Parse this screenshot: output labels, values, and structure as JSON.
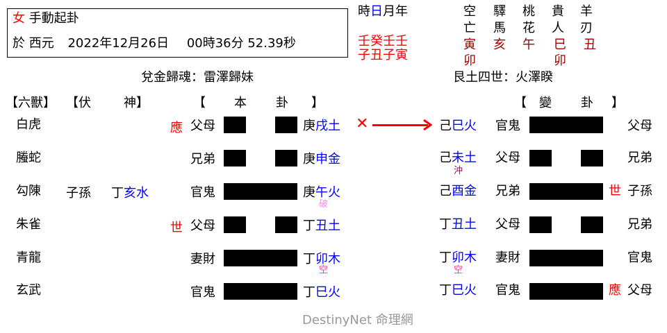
{
  "header": {
    "gender": "女",
    "method": "手動起卦",
    "date_prefix": "於 西元",
    "date": "2022年12月26日",
    "time": "00時36分 52.39秒"
  },
  "pillars": {
    "labels": [
      "時",
      "日",
      "月",
      "年"
    ],
    "stems": "壬癸壬壬",
    "branches": "子丑子寅"
  },
  "shensha": {
    "columns": [
      {
        "title": [
          "空",
          "亡"
        ],
        "values": [
          "寅",
          "卯"
        ]
      },
      {
        "title": [
          "驛",
          "馬"
        ],
        "values": [
          "亥"
        ]
      },
      {
        "title": [
          "桃",
          "花"
        ],
        "values": [
          "午"
        ]
      },
      {
        "title": [
          "貴",
          "人"
        ],
        "values": [
          "巳",
          "卯"
        ]
      },
      {
        "title": [
          "羊",
          "刃"
        ],
        "values": [
          "丑"
        ]
      }
    ]
  },
  "main_hexagram": {
    "palace": "兌金歸魂：雷澤歸妹"
  },
  "changed_hexagram": {
    "palace": "艮土四世：火澤睽"
  },
  "headers": {
    "six_beasts": "【六獸】",
    "hidden_open": "【伏",
    "hidden_close": "神】",
    "main_open": "【",
    "main_a": "本",
    "main_b": "卦",
    "main_close": "】",
    "change_open": "【",
    "change_a": "變",
    "change_b": "卦",
    "change_close": "】"
  },
  "rows": [
    {
      "beast": "白虎",
      "hidden_rel": "",
      "hidden_stem": "",
      "hidden_branch": "",
      "mark": "應",
      "relation": "父母",
      "line": "broken",
      "stem": "庚",
      "branch": "戌土",
      "note": "",
      "moving": true,
      "c_stem": "己",
      "c_branch": "巳火",
      "c_note": "",
      "c_relation": "官鬼",
      "c_line": "solid",
      "c_mark": "",
      "c_rel2": "父母"
    },
    {
      "beast": "螣蛇",
      "hidden_rel": "",
      "hidden_stem": "",
      "hidden_branch": "",
      "mark": "",
      "relation": "兄弟",
      "line": "broken",
      "stem": "庚",
      "branch": "申金",
      "note": "",
      "moving": false,
      "c_stem": "己",
      "c_branch": "未土",
      "c_note": "沖",
      "c_relation": "父母",
      "c_line": "broken",
      "c_mark": "",
      "c_rel2": "兄弟"
    },
    {
      "beast": "勾陳",
      "hidden_rel": "子孫",
      "hidden_stem": "丁",
      "hidden_branch": "亥水",
      "mark": "",
      "relation": "官鬼",
      "line": "solid",
      "stem": "庚",
      "branch": "午火",
      "note": "破",
      "moving": false,
      "c_stem": "己",
      "c_branch": "酉金",
      "c_note": "",
      "c_relation": "兄弟",
      "c_line": "solid",
      "c_mark": "世",
      "c_rel2": "子孫"
    },
    {
      "beast": "朱雀",
      "hidden_rel": "",
      "hidden_stem": "",
      "hidden_branch": "",
      "mark": "世",
      "relation": "父母",
      "line": "broken",
      "stem": "丁",
      "branch": "丑土",
      "note": "",
      "moving": false,
      "c_stem": "丁",
      "c_branch": "丑土",
      "c_note": "",
      "c_relation": "父母",
      "c_line": "broken",
      "c_mark": "",
      "c_rel2": "兄弟"
    },
    {
      "beast": "青龍",
      "hidden_rel": "",
      "hidden_stem": "",
      "hidden_branch": "",
      "mark": "",
      "relation": "妻財",
      "line": "solid",
      "stem": "丁",
      "branch": "卯木",
      "note": "空",
      "moving": false,
      "c_stem": "丁",
      "c_branch": "卯木",
      "c_note": "空",
      "c_relation": "妻財",
      "c_line": "solid",
      "c_mark": "",
      "c_rel2": "官鬼"
    },
    {
      "beast": "玄武",
      "hidden_rel": "",
      "hidden_stem": "",
      "hidden_branch": "",
      "mark": "",
      "relation": "官鬼",
      "line": "solid",
      "stem": "丁",
      "branch": "巳火",
      "note": "",
      "moving": false,
      "c_stem": "丁",
      "c_branch": "巳火",
      "c_note": "",
      "c_relation": "官鬼",
      "c_line": "solid",
      "c_mark": "應",
      "c_rel2": "父母"
    }
  ],
  "moving_marker": "✕",
  "footer": {
    "brand": "DestinyNet 命理網"
  },
  "colors": {
    "red": "#ff0000",
    "blue": "#0000ff",
    "dark_red": "#a00000"
  }
}
